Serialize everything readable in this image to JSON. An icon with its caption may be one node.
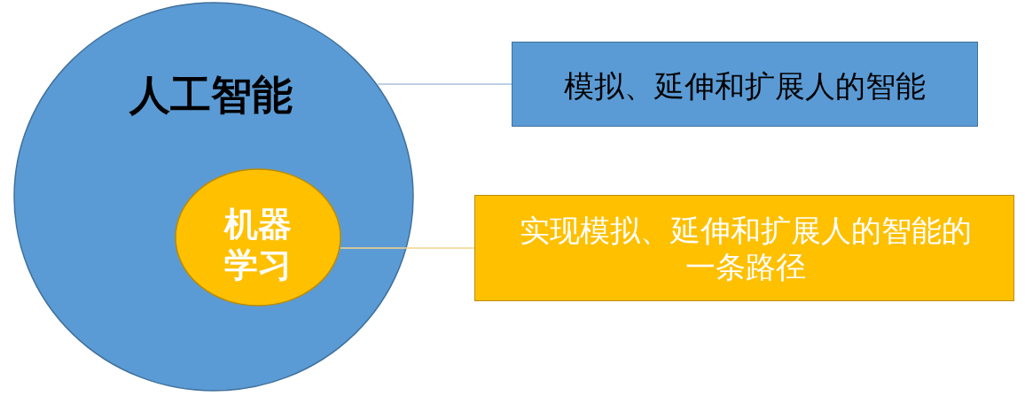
{
  "diagram": {
    "nodes": [
      {
        "text": [
          "人工智能"
        ]
      },
      {
        "text": [
          "机器学习"
        ],
        "in": 0
      },
      {
        "text": [
          "模拟、延伸和扩展人的智能"
        ]
      },
      {
        "text": [
          "实现模拟、延伸和扩展人的智能的一条路径"
        ]
      }
    ],
    "edges": [
      {
        "from": 0,
        "to": 2,
        "arrow": "none",
        "color": "#a9c2da"
      },
      {
        "from": 1,
        "to": 3,
        "arrow": "none",
        "color": "#f3d48a"
      }
    ]
  }
}
